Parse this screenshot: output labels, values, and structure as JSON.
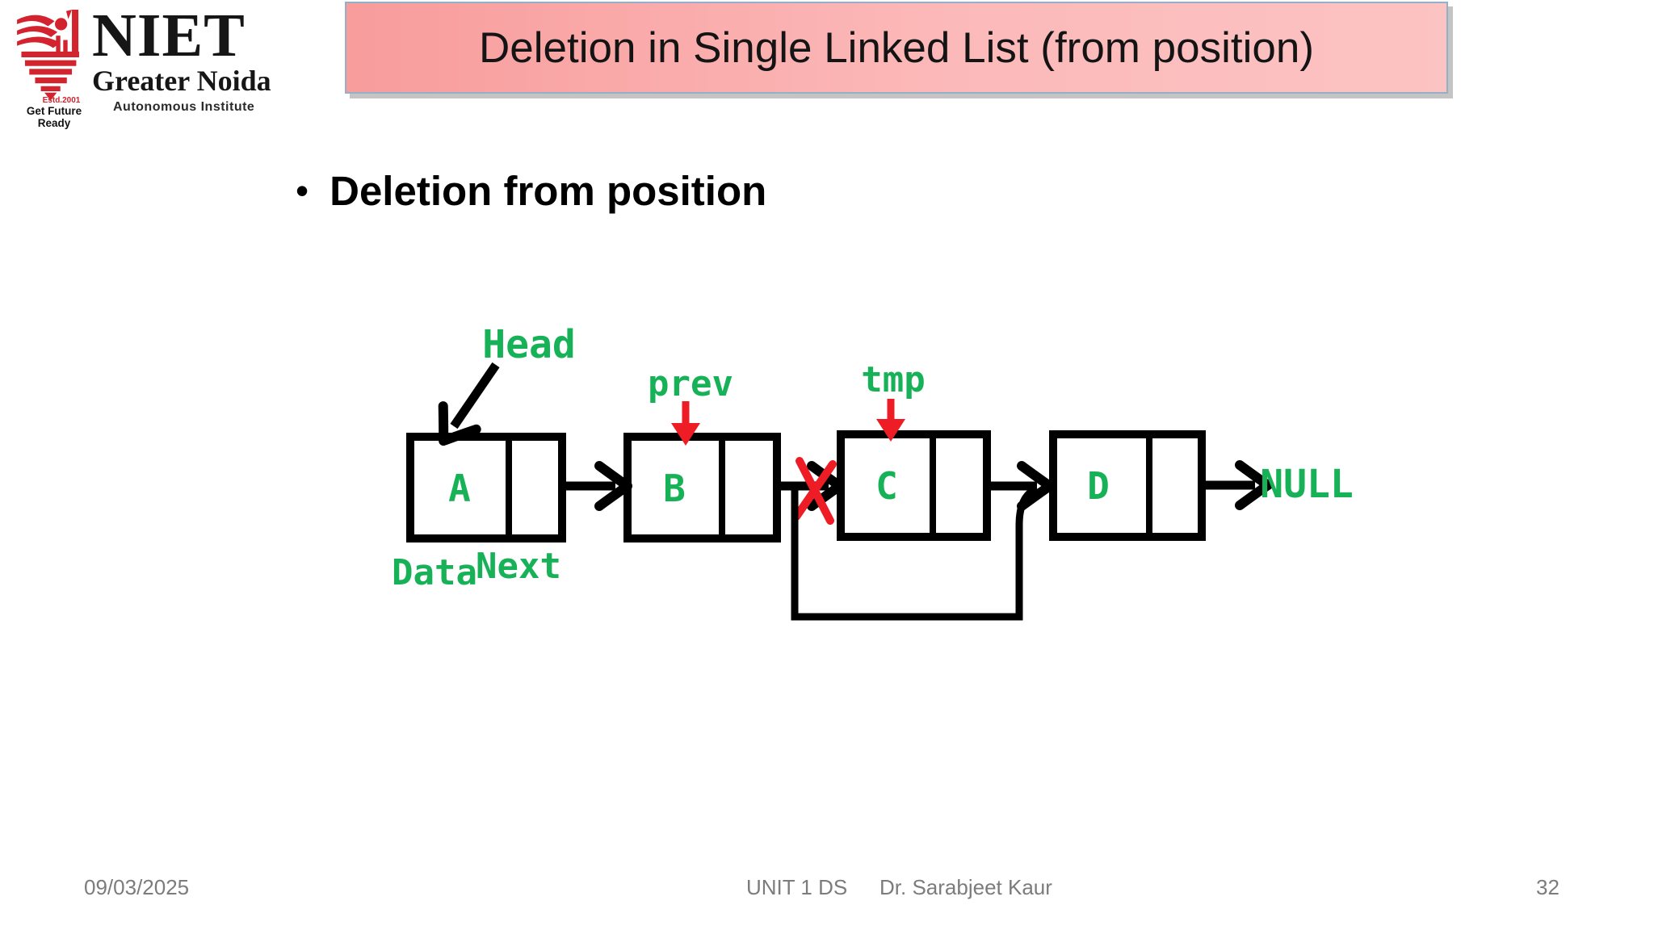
{
  "header": {
    "title": "Deletion in Single Linked List (from position)",
    "logo": {
      "name": "NIET",
      "subtitle": "Greater Noida",
      "tagline": "Autonomous Institute",
      "estd": "Estd.2001",
      "motto": "Get Future Ready"
    }
  },
  "content": {
    "bullet_marker": "•",
    "bullet": "Deletion from position"
  },
  "diagram": {
    "pointer_labels": {
      "head": "Head",
      "prev": "prev",
      "tmp": "tmp"
    },
    "field_labels": {
      "data": "Data",
      "next": "Next"
    },
    "terminator": "NULL",
    "nodes": [
      {
        "label": "A"
      },
      {
        "label": "B"
      },
      {
        "label": "C"
      },
      {
        "label": "D"
      }
    ],
    "colors": {
      "label_green": "#17b257",
      "pointer_red": "#ee1c24",
      "node_border": "#000000"
    }
  },
  "footer": {
    "date": "09/03/2025",
    "unit": "UNIT 1 DS",
    "author": "Dr. Sarabjeet Kaur",
    "page": "32"
  },
  "theme": {
    "banner_pink_left": "#f89c9c",
    "banner_pink_right": "#fcc3c3",
    "banner_border": "#94b0c7",
    "footer_gray": "#7c7c7c",
    "logo_red": "#d2232e"
  }
}
